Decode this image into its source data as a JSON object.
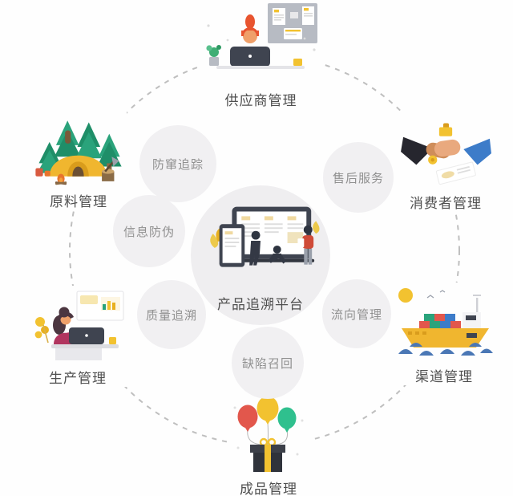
{
  "diagram": {
    "layout": {
      "type": "circular",
      "ring_style": "dashed"
    },
    "center": {
      "label": "产品追溯平台",
      "icon": "traceability-platform-illustration"
    },
    "outer_nodes": [
      {
        "id": "supplier",
        "label": "供应商管理",
        "icon": "person-at-laptop-with-board-illustration",
        "position": "top"
      },
      {
        "id": "raw-material",
        "label": "原料管理",
        "icon": "forest-camp-tent-illustration",
        "position": "top-left"
      },
      {
        "id": "consumer",
        "label": "消费者管理",
        "icon": "handshake-illustration",
        "position": "top-right"
      },
      {
        "id": "production",
        "label": "生产管理",
        "icon": "woman-at-laptop-illustration",
        "position": "bottom-left"
      },
      {
        "id": "channel",
        "label": "渠道管理",
        "icon": "cargo-ship-illustration",
        "position": "bottom-right"
      },
      {
        "id": "finished-product",
        "label": "成品管理",
        "icon": "gift-box-balloons-illustration",
        "position": "bottom"
      }
    ],
    "inner_bubbles": [
      {
        "id": "anti-diversion-tracking",
        "label": "防窜追踪"
      },
      {
        "id": "after-sales-service",
        "label": "售后服务"
      },
      {
        "id": "info-anti-counterfeit",
        "label": "信息防伪"
      },
      {
        "id": "quality-traceability",
        "label": "质量追溯"
      },
      {
        "id": "flow-management",
        "label": "流向管理"
      },
      {
        "id": "defect-recall",
        "label": "缺陷召回"
      }
    ],
    "colors": {
      "background": "#fefefe",
      "bubble_background": "#f1f0f2",
      "center_circle_background": "#efeef0",
      "dashed_ring": "#bfbfbf",
      "node_label_text": "#4f4f4f",
      "bubble_text": "#909090",
      "accent_yellow": "#f0b62f",
      "accent_red": "#e2574c",
      "accent_green": "#2aa37b",
      "accent_blue": "#3d7cc9",
      "dark_navy": "#3f4450"
    }
  }
}
